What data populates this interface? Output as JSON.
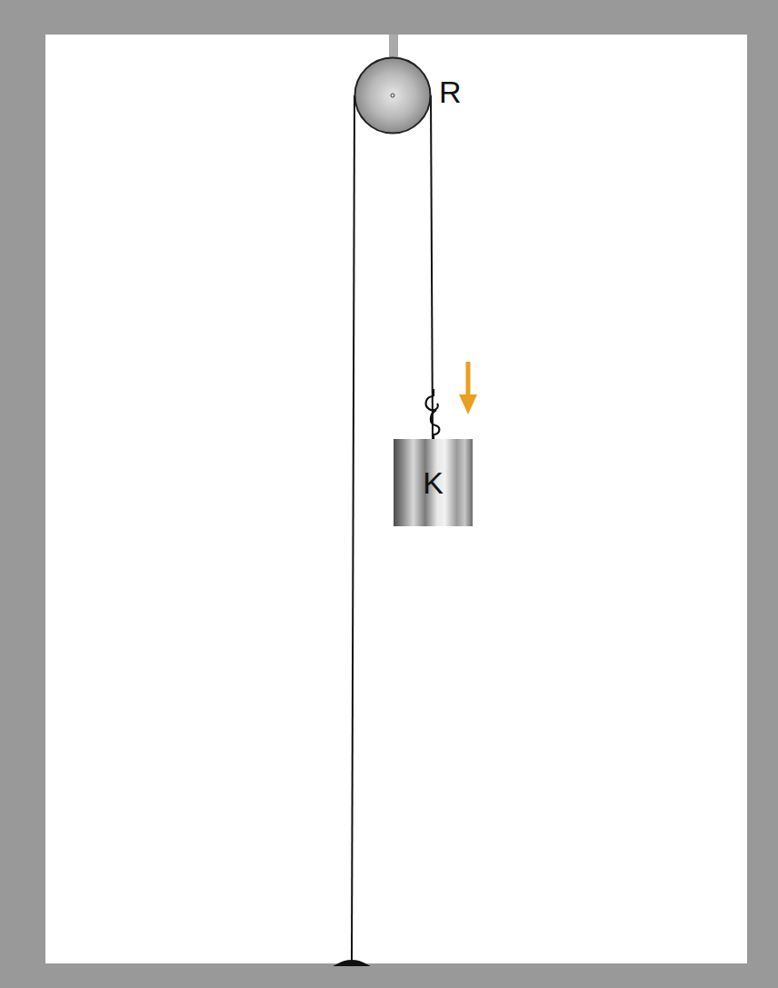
{
  "diagram": {
    "nodes": [
      {
        "text": [
          "R"
        ]
      },
      {
        "text": [
          "K"
        ]
      }
    ],
    "edges": [
      {
        "from": 0,
        "to": 1,
        "arrow": "none"
      }
    ]
  }
}
